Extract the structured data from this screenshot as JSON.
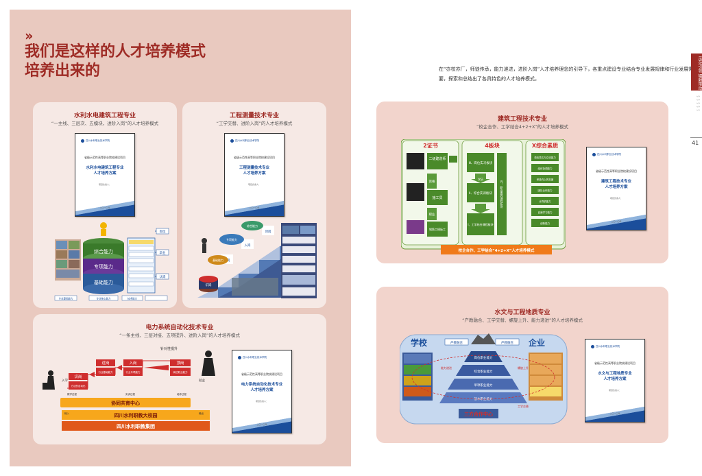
{
  "headline": {
    "line1": "我们是这样的人才培养模式",
    "line2": "培养出来的"
  },
  "intro": "在“亦校亦厂，师徒传承，能力递进，进阶入岗”人才培养理念的引导下，各重点建设专业结合专业发展规律和行业发展需要，探索和总结出了各具特色的人才培养模式。",
  "side_tab": "示范引领 辐射带动",
  "page_number": "41",
  "doc_common": {
    "school": "四川水利职业技术学院",
    "project": "省级示范性高等职业院校建设项目",
    "meta": "项目负责人：",
    "date": "二〇一〇年"
  },
  "programs": [
    {
      "title": "水利水电建筑工程专业",
      "subtitle": "“一主线、三层次、五模块，进阶入岗”的人才培养模式",
      "doc_title1": "水利水电建筑工程专业",
      "doc_title2": "人才培养方案",
      "diagram": {
        "levels": [
          "综合能力",
          "专项能力",
          "基础能力"
        ],
        "labels": [
          "岗位",
          "毕业",
          "认岗",
          "技术能力"
        ],
        "bottom": [
          "专业基础能力",
          "专业核心能力"
        ]
      }
    },
    {
      "title": "工程测量技术专业",
      "subtitle": "“工学交替、进阶入岗”的人才培养模式",
      "doc_title1": "工程测量技术专业",
      "doc_title2": "人才培养方案",
      "diagram": {
        "steps": [
          "识岗",
          "出岗",
          "入岗",
          "顶岗"
        ],
        "labels": [
          "综合能力",
          "专项能力",
          "基础能力"
        ]
      }
    },
    {
      "title": "电力系统自动化技术专业",
      "subtitle": "“一条主线、三层对接、五项提升、进阶入岗”的人才培养模式",
      "doc_title1": "电力系统自动化技术专业",
      "doc_title2": "人才培养方案",
      "diagram": {
        "top_label": "针对性提升",
        "steps": [
          "识岗",
          "近岗",
          "入岗",
          "顶岗"
        ],
        "step_items": [
          "方法的自动化",
          "行业基础能力",
          "行业专项能力",
          "岗位职业能力"
        ],
        "side_labels": [
          "入学",
          "就业"
        ],
        "band1": "协同共育中心",
        "band2": "四川水利职教大校园",
        "band3": "四川水利职教集团",
        "mini": [
          "教学过程",
          "实训过程",
          "培养过程",
          "输入",
          "输出"
        ]
      }
    },
    {
      "title": "建筑工程技术专业",
      "subtitle": "“校企合作、工学结合4+2+X”的人才培养模式",
      "doc_title1": "建筑工程技术专业",
      "doc_title2": "人才培养方案",
      "diagram": {
        "col1": "2证书",
        "col2": "4板块",
        "col3": "X综合素质",
        "col1_items": [
          "二级建造师",
          "资格",
          "施工员",
          "职业",
          "钢筋工模板工"
        ],
        "col2_items": [
          "Ⅲ、岗位实习板块",
          "Ⅱ、综合实训板块",
          "Ⅰ、工学结合课程板块",
          "学历"
        ],
        "col2_side": "Ⅳ、职业素养课程板块",
        "col3_items": [
          "语言表达与交流能力",
          "组织协调能力",
          "积极向上的态度",
          "团队合作能力",
          "计算机能力",
          "自我学习能力",
          "创新能力"
        ],
        "bottom": "校企合作、工学结合“4+2+X”人才培养模式"
      }
    },
    {
      "title": "水文与工程地质专业",
      "subtitle": "“产教融合、工学交替、螺旋上升、能力递进”的人才培养模式",
      "doc_title1": "水文与工程地质专业",
      "doc_title2": "人才培养方案",
      "diagram": {
        "left": "学校",
        "right": "企业",
        "layers": [
          "岗位职业能力",
          "综合职业能力",
          "单项职业能力",
          "基本职业能力"
        ],
        "bottom": "三方合作中心",
        "top_labels": [
          "产教融合",
          "产教融合"
        ],
        "mini": [
          "能力递进",
          "螺旋上升",
          "工学交替"
        ]
      }
    }
  ]
}
